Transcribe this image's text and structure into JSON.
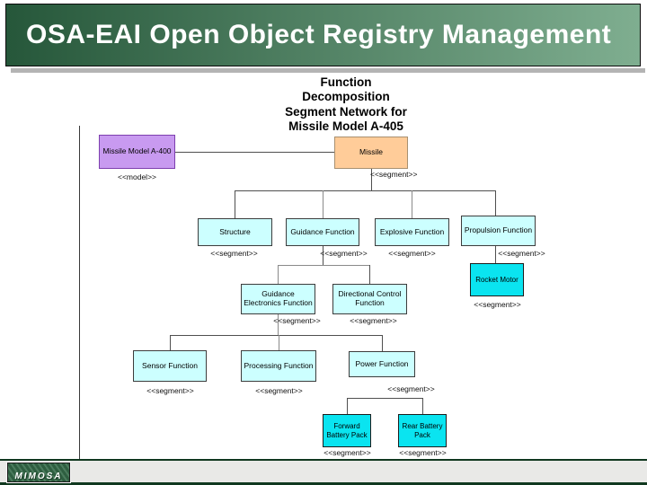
{
  "header": {
    "title": "OSA-EAI Open Object Registry Management"
  },
  "diagram": {
    "title": "Function\nDecomposition\nSegment Network for\nMissile Model A-405",
    "nodes": {
      "missile_model": {
        "label": "Missile Model A-400",
        "stereotype": "<<model>>"
      },
      "missile": {
        "label": "Missile",
        "stereotype": "<<segment>>"
      },
      "structure": {
        "label": "Structure",
        "stereotype": "<<segment>>"
      },
      "guidance_function": {
        "label": "Guidance Function",
        "stereotype": "<<segment>>"
      },
      "explosive_function": {
        "label": "Explosive Function",
        "stereotype": "<<segment>>"
      },
      "propulsion_function": {
        "label": "Propulsion Function",
        "stereotype": "<<segment>>"
      },
      "rocket_motor": {
        "label": "Rocket Motor",
        "stereotype": "<<segment>>"
      },
      "guidance_electronics_function": {
        "label": "Guidance Electronics Function",
        "stereotype": "<<segment>>"
      },
      "directional_control_function": {
        "label": "Directional Control Function",
        "stereotype": "<<segment>>"
      },
      "sensor_function": {
        "label": "Sensor Function",
        "stereotype": "<<segment>>"
      },
      "processing_function": {
        "label": "Processing Function",
        "stereotype": "<<segment>>"
      },
      "power_function": {
        "label": "Power Function",
        "stereotype": "<<segment>>"
      },
      "forward_battery_pack": {
        "label": "Forward Battery Pack",
        "stereotype": "<<segment>>"
      },
      "rear_battery_pack": {
        "label": "Rear Battery Pack",
        "stereotype": "<<segment>>"
      }
    }
  },
  "footer": {
    "logo": "MIMOSA"
  },
  "colors": {
    "header_green_dark": "#26573a",
    "header_green_light": "#7fae90",
    "model_fill": "#c89af0",
    "root_segment_fill": "#ffcc99",
    "segment_fill": "#ccffff",
    "highlight_segment_fill": "#0ae4f0",
    "footer_green": "#10381f"
  }
}
